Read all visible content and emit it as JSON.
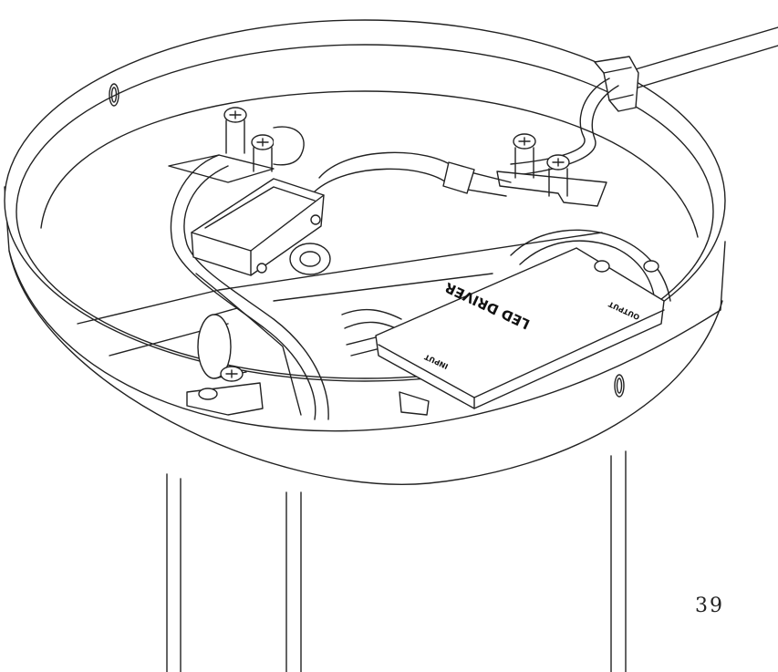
{
  "figure": {
    "page_number": "39",
    "driver_label": "LED DRIVER",
    "input_label": "INPUT",
    "output_label": "OUTPUT"
  }
}
